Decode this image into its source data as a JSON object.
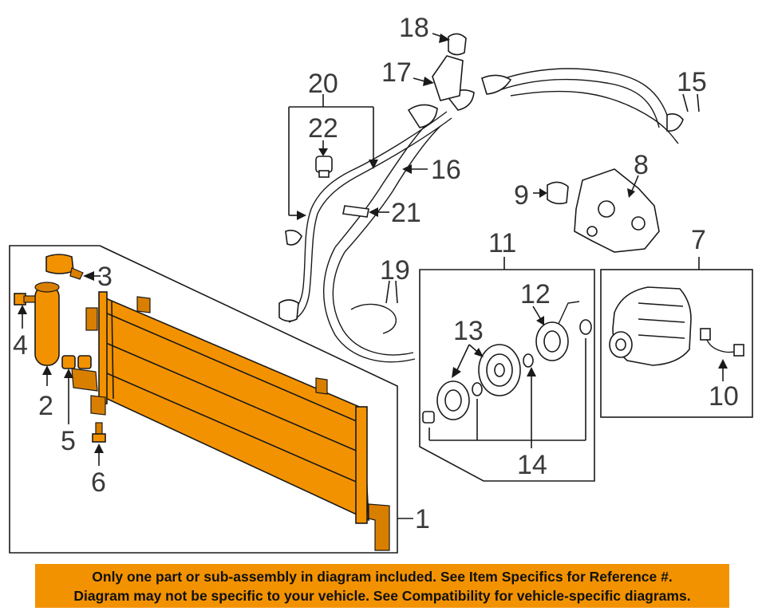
{
  "callouts": {
    "c1": "1",
    "c2": "2",
    "c3": "3",
    "c4": "4",
    "c5": "5",
    "c6": "6",
    "c7": "7",
    "c8": "8",
    "c9": "9",
    "c10": "10",
    "c11": "11",
    "c12": "12",
    "c13": "13",
    "c14": "14",
    "c15": "15",
    "c16": "16",
    "c17": "17",
    "c18": "18",
    "c19": "19",
    "c20": "20",
    "c21": "21",
    "c22": "22"
  },
  "colors": {
    "highlight": "#f39200",
    "line": "#1a1a1a",
    "callout_text": "#3a3a3a"
  },
  "notice": {
    "line1": "Only one part or sub-assembly in diagram included. See Item Specifics for Reference #.",
    "line2": "Diagram may not be specific to your vehicle. See Compatibility for vehicle-specific diagrams."
  }
}
